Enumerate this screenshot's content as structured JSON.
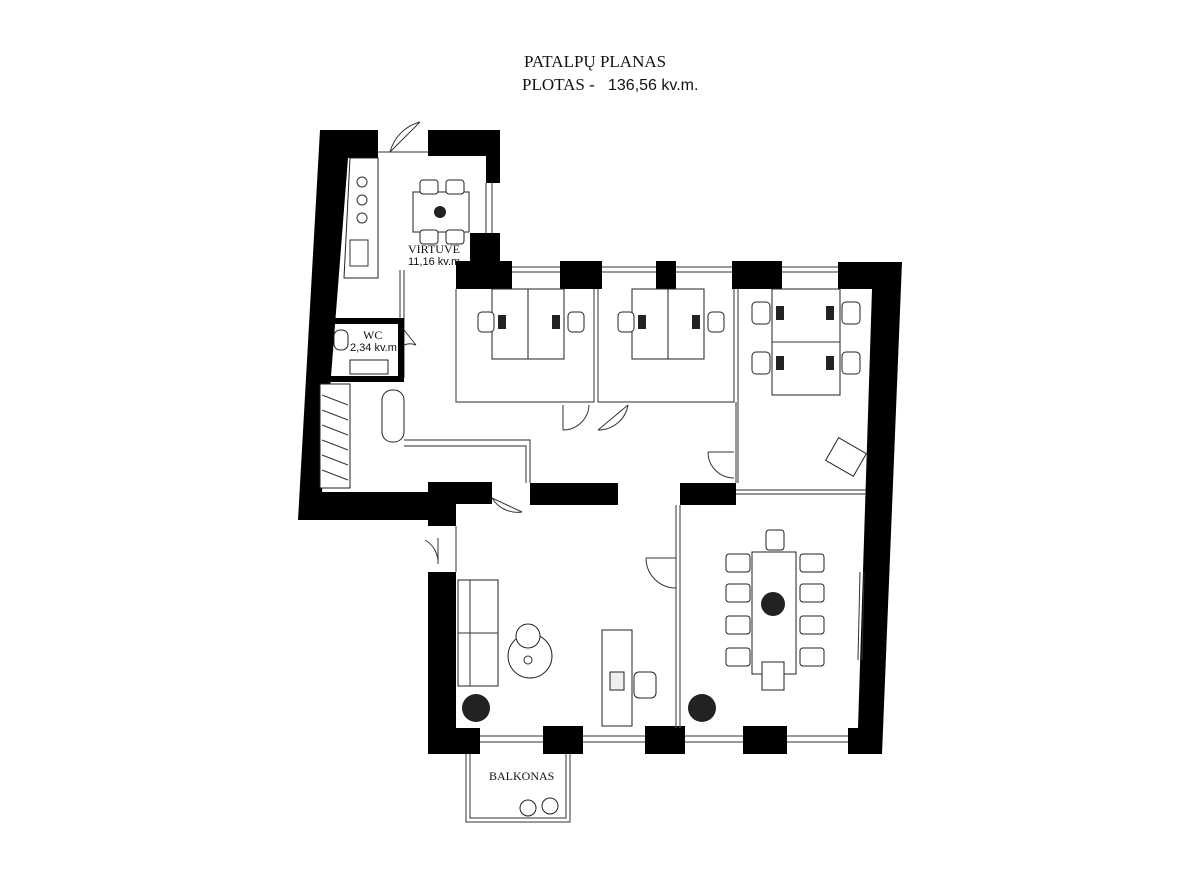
{
  "plan": {
    "title": "PATALPŲ PLANAS",
    "area_label": "PLOTAS -",
    "area_value": "136,56 kv.m."
  },
  "rooms": {
    "kitchen": {
      "name": "VIRTUVĖ",
      "area": "11,16 kv.m"
    },
    "wc": {
      "name": "WC",
      "area": "2,34 kv.m"
    },
    "balcony": {
      "name": "BALKONAS"
    }
  },
  "colors": {
    "wall": "#000000",
    "background": "#ffffff",
    "line": "#333333"
  }
}
